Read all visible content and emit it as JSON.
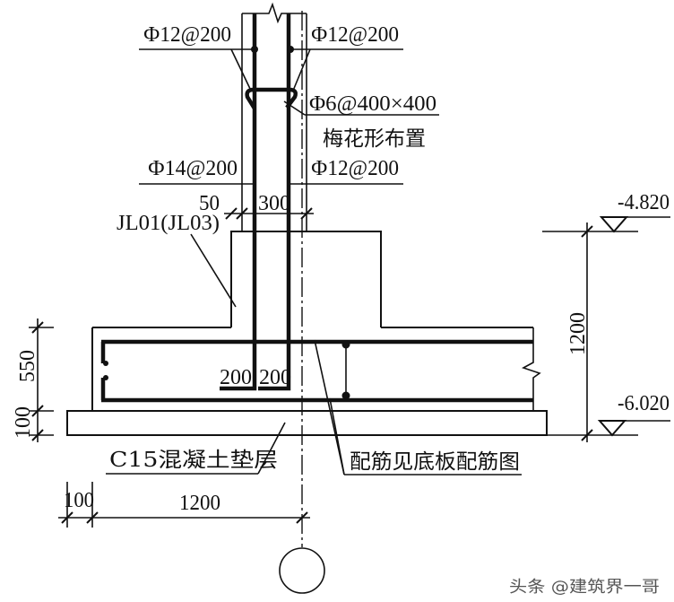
{
  "labels": {
    "rebar_top_left": "Ф12@200",
    "rebar_top_right": "Ф12@200",
    "tie_bar": "Φ6@400×400",
    "tie_layout": "梅花形布置",
    "rebar_mid_left": "Ф14@200",
    "rebar_mid_right": "Ф12@200",
    "beam_id": "JL01(JL03)",
    "cushion": "C15混凝土垫层",
    "slab_note": "配筋见底板配筋图"
  },
  "dimensions": {
    "pedestal_offset": "50",
    "wall_width": "300",
    "total_depth": "1200",
    "slab_thickness": "550",
    "cushion_thickness": "100",
    "hook_left": "200",
    "hook_right": "200",
    "cushion_overhang": "100",
    "half_width": "1200"
  },
  "elevations": {
    "top": "-4.820",
    "bottom": "-6.020"
  },
  "watermark": "头条 @建筑界一哥"
}
